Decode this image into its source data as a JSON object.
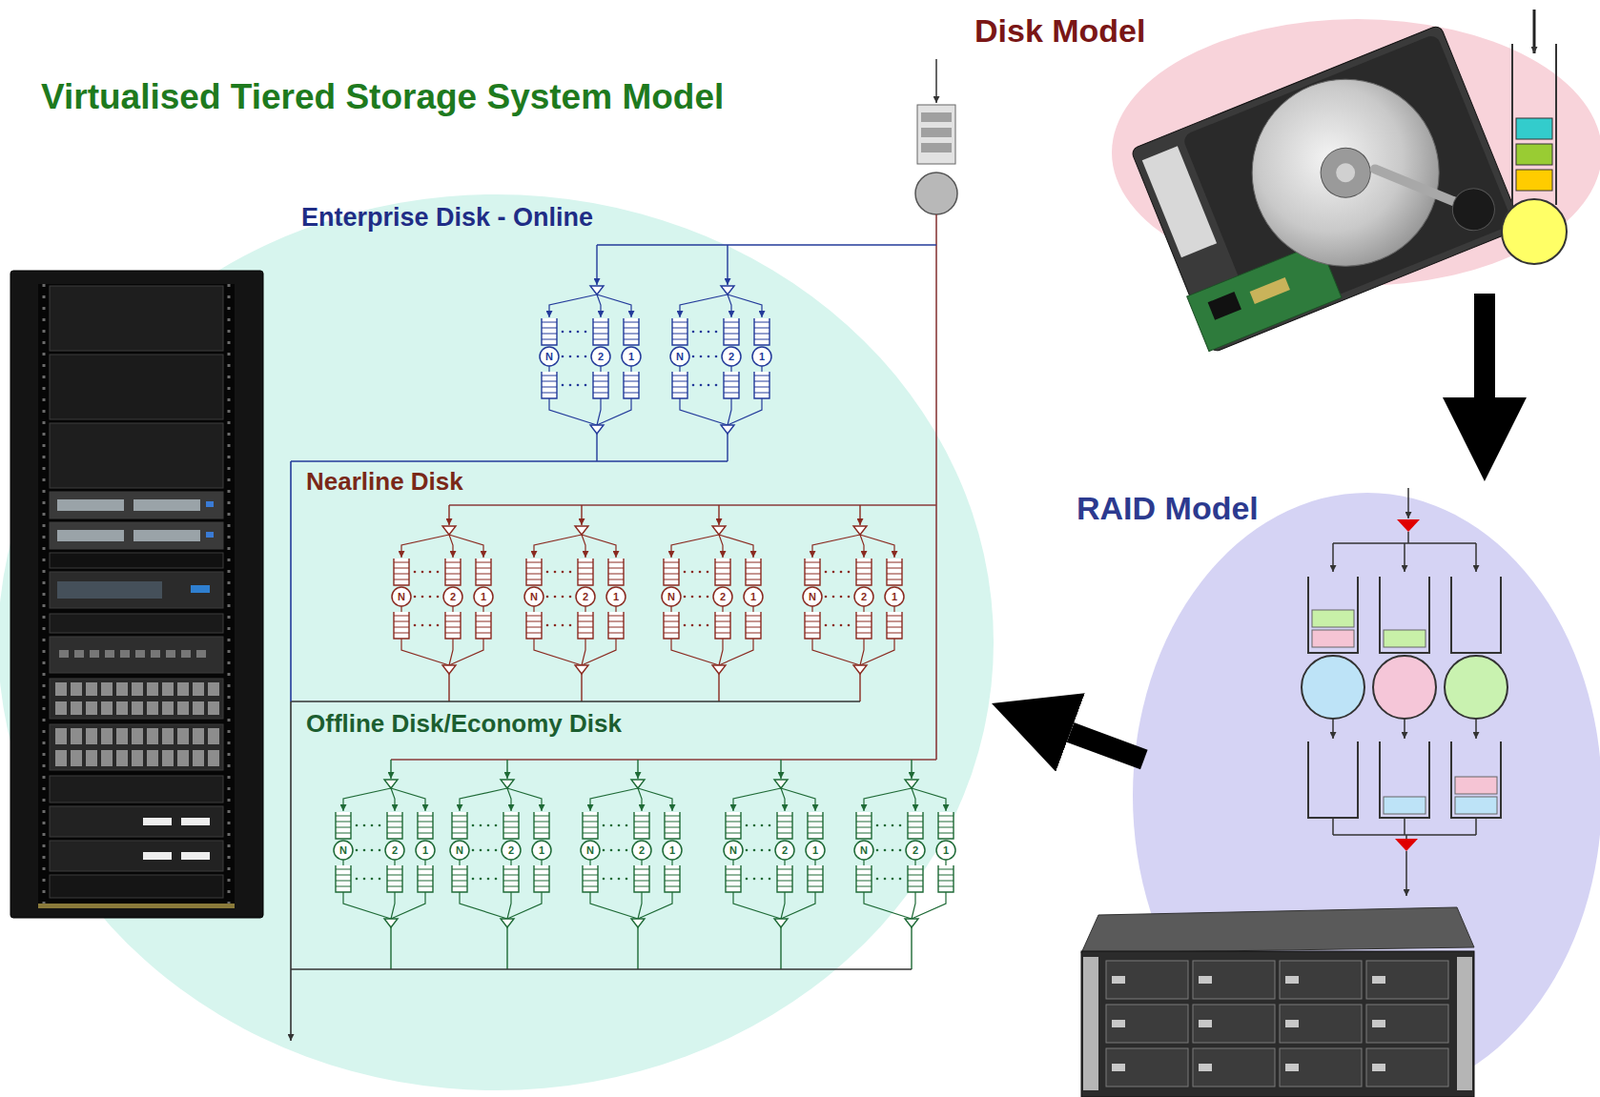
{
  "diagram": {
    "nodes": [
      {
        "text": [
          "Virtualised Tiered Storage System Model"
        ]
      },
      {
        "text": [
          "Disk Model"
        ]
      },
      {
        "text": [
          "RAID Model"
        ]
      }
    ],
    "edges": [
      {
        "from": 1,
        "to": 2,
        "arrow": "to"
      },
      {
        "from": 2,
        "to": 0,
        "arrow": "to"
      }
    ],
    "labels": [
      "Enterprise Disk - Online",
      "Nearline Disk",
      "Offline Disk/Economy Disk",
      "N",
      "2",
      "1",
      "N",
      "2",
      "1",
      "N",
      "2",
      "1",
      "N",
      "2",
      "1",
      "N",
      "2",
      "1",
      "N",
      "2",
      "1",
      "N",
      "2",
      "1",
      "N",
      "2",
      "1",
      "N",
      "2",
      "1",
      "N",
      "2",
      "1",
      "N",
      "2",
      "1"
    ]
  }
}
